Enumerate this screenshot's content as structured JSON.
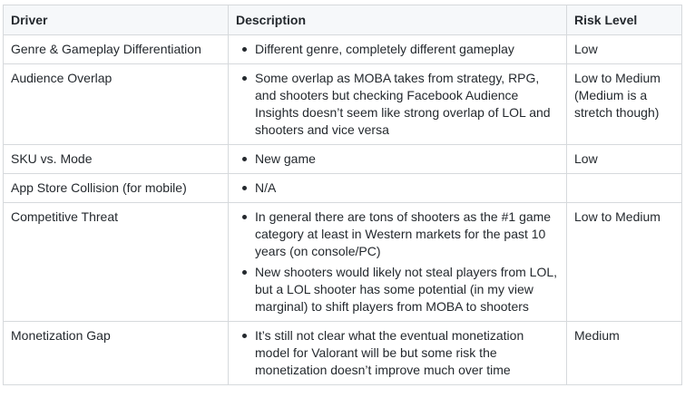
{
  "headers": {
    "driver": "Driver",
    "description": "Description",
    "risk": "Risk Level"
  },
  "rows": [
    {
      "driver": "Genre & Gameplay Differentiation",
      "bullets": [
        "Different genre, completely different gameplay"
      ],
      "risk": "Low"
    },
    {
      "driver": "Audience Overlap",
      "bullets": [
        "Some overlap as MOBA takes from strategy, RPG, and shooters but checking Facebook Audience Insights doesn’t seem like strong overlap of LOL and shooters and vice versa"
      ],
      "risk": "Low to Medium (Medium is a stretch though)"
    },
    {
      "driver": "SKU vs. Mode",
      "bullets": [
        "New game"
      ],
      "risk": "Low"
    },
    {
      "driver": "App Store Collision (for mobile)",
      "bullets": [
        "N/A"
      ],
      "risk": ""
    },
    {
      "driver": "Competitive Threat",
      "bullets": [
        "In general there are tons of shooters as the #1 game category at least in Western markets for the past 10 years (on console/PC)",
        "New shooters would likely not steal players from LOL, but a LOL shooter has some potential (in my view marginal) to shift players from MOBA to shooters"
      ],
      "risk": "Low to Medium"
    },
    {
      "driver": "Monetization Gap",
      "bullets": [
        "It’s still not clear what the eventual monetization model for Valorant will be but some risk the monetization doesn’t improve much over time"
      ],
      "risk": "Medium"
    }
  ]
}
